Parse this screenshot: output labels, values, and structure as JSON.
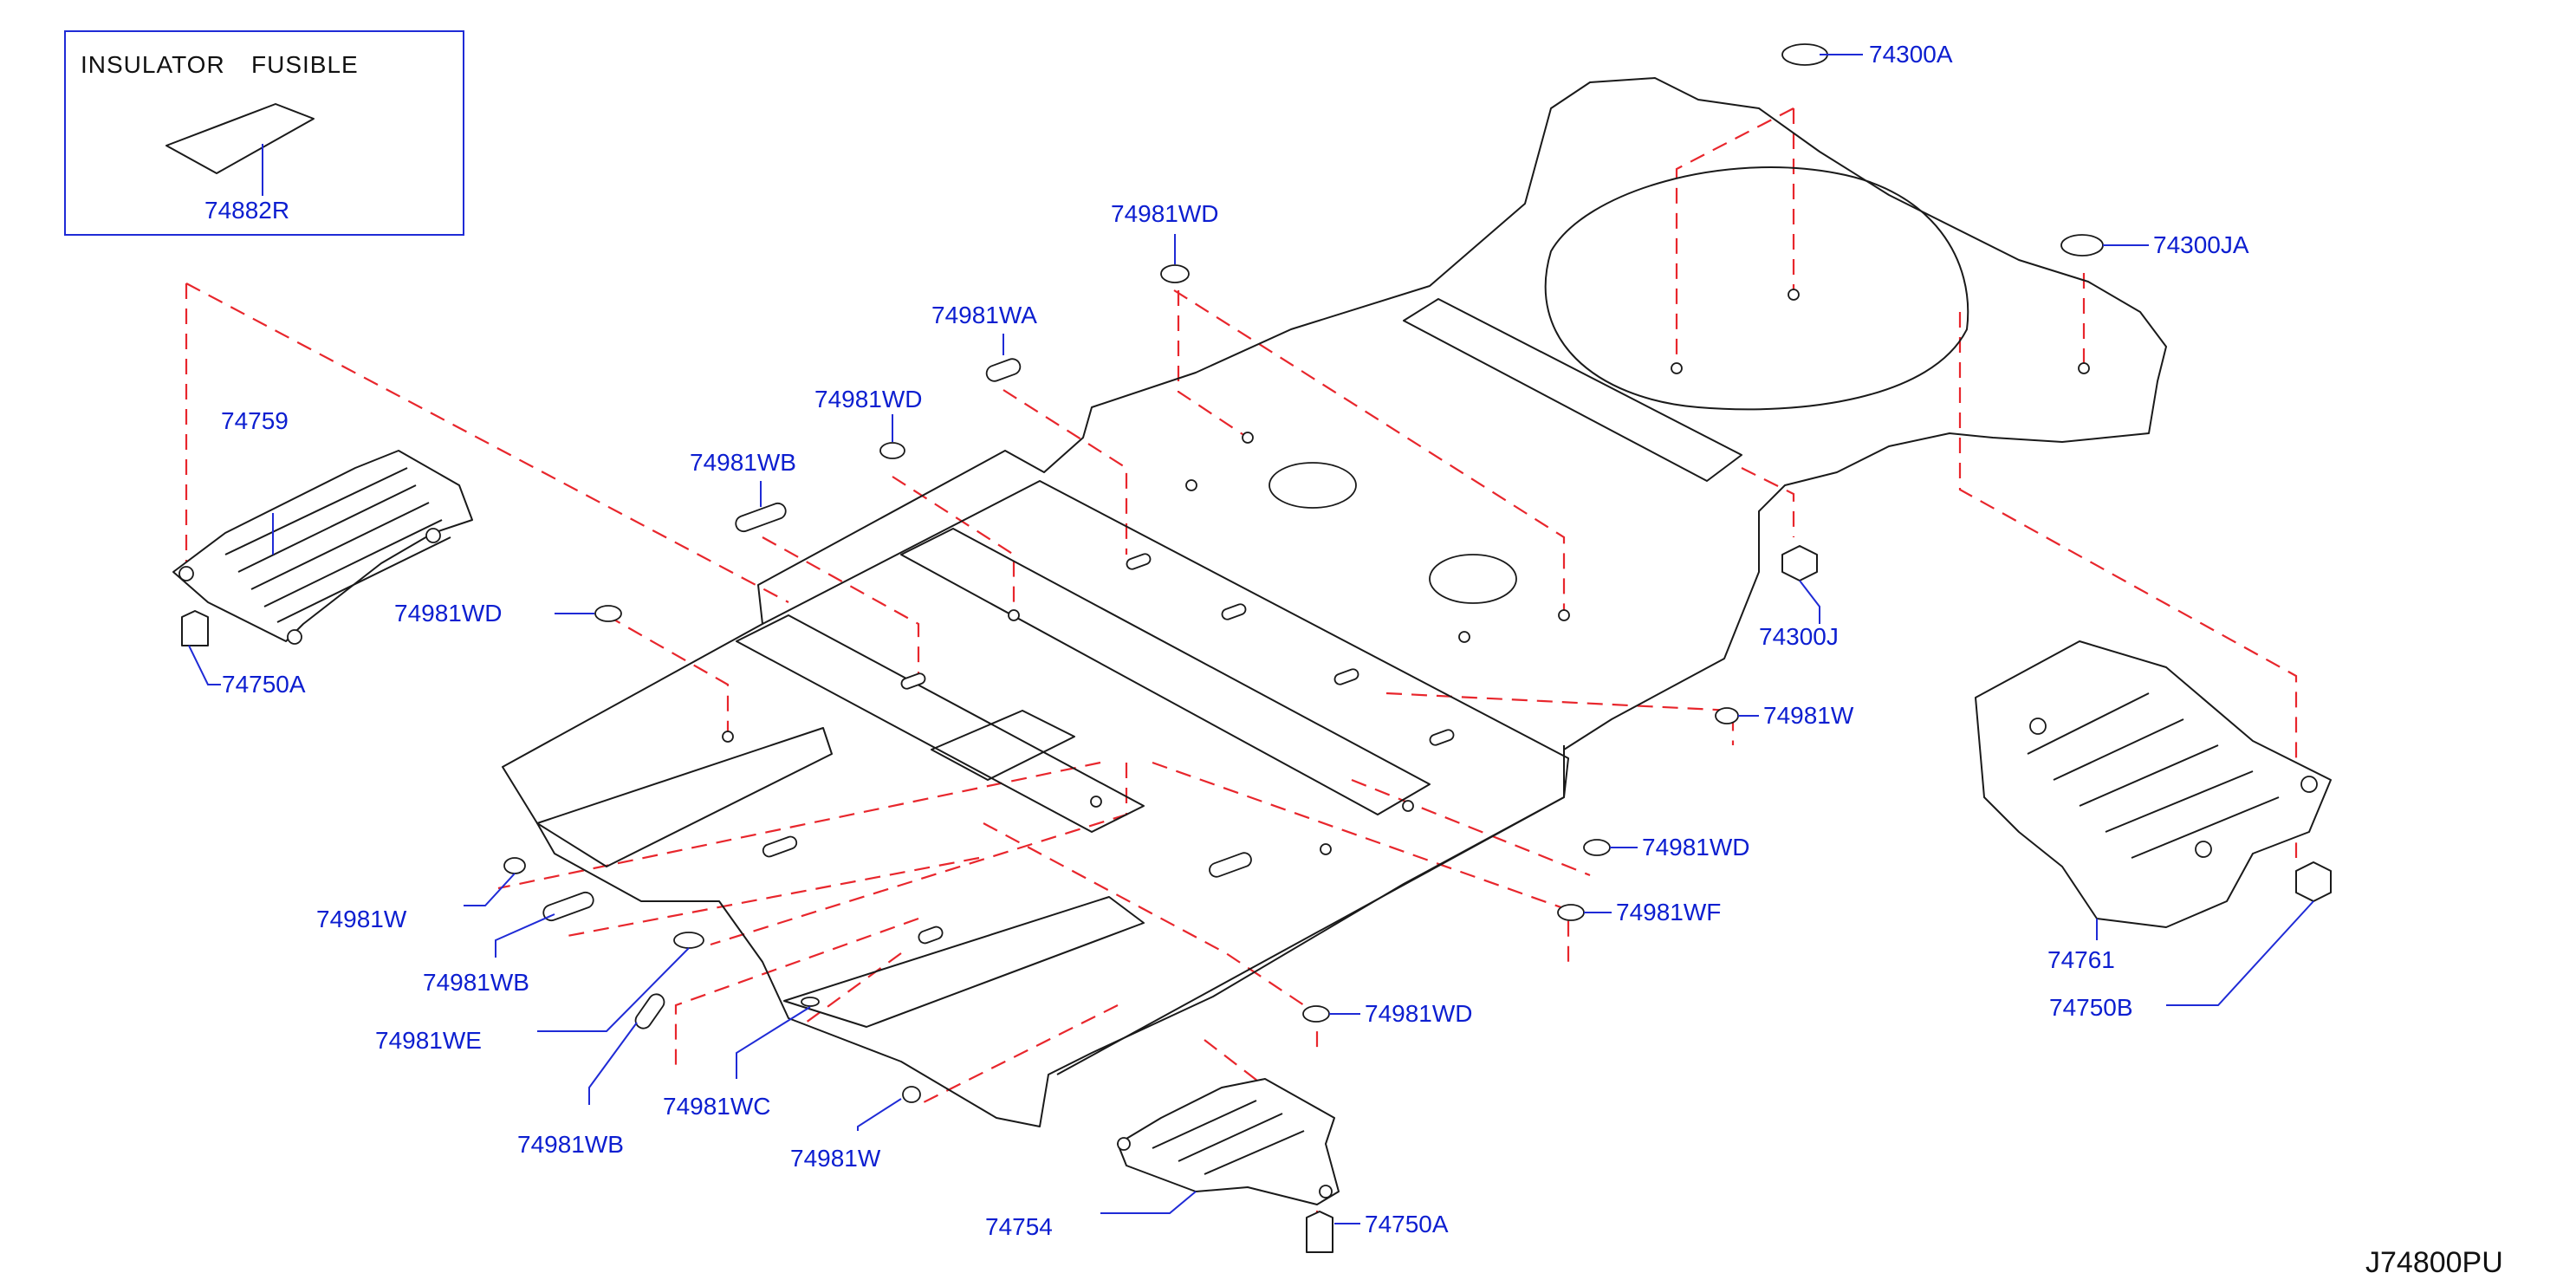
{
  "inset": {
    "title_left": "INSULATOR",
    "title_right": "FUSIBLE",
    "part": "74882R"
  },
  "diagram_ref": "J74800PU",
  "colors": {
    "label": "#0c1ed0",
    "dash": "#e8262c",
    "line": "#1a1a1a"
  },
  "labels": {
    "p74300A": "74300A",
    "p74300JA": "74300JA",
    "p74300J": "74300J",
    "p74981WD_top": "74981WD",
    "p74981WA": "74981WA",
    "p74981WD_2": "74981WD",
    "p74981WB_1": "74981WB",
    "p74759": "74759",
    "p74981WD_left": "74981WD",
    "p74750A_left": "74750A",
    "p74981W_right": "74981W",
    "p74981WD_r1": "74981WD",
    "p74981WF": "74981WF",
    "p74981WD_r2": "74981WD",
    "p74761": "74761",
    "p74750B": "74750B",
    "p74981W_left": "74981W",
    "p74981WB_2": "74981WB",
    "p74981WE": "74981WE",
    "p74981WB_3": "74981WB",
    "p74981WC": "74981WC",
    "p74981W_bottom": "74981W",
    "p74754": "74754",
    "p74750A_bottom": "74750A"
  }
}
